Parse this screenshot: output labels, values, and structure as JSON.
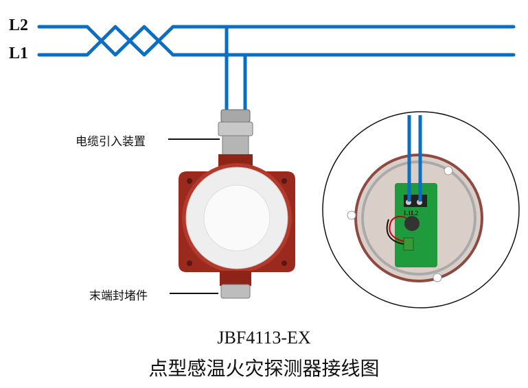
{
  "wires": {
    "l2_label": "L2",
    "l1_label": "L1"
  },
  "callouts": {
    "cable_entry": "电缆引入装置",
    "end_plug": "末端封堵件"
  },
  "inset": {
    "terminal_labels": "L1L2"
  },
  "title": {
    "model": "JBF4113-EX",
    "caption": "点型感温火灾探测器接线图"
  },
  "colors": {
    "wire": "#0a6fc2",
    "housing": "#9b2a1e",
    "pcb": "#1f9a3c"
  }
}
